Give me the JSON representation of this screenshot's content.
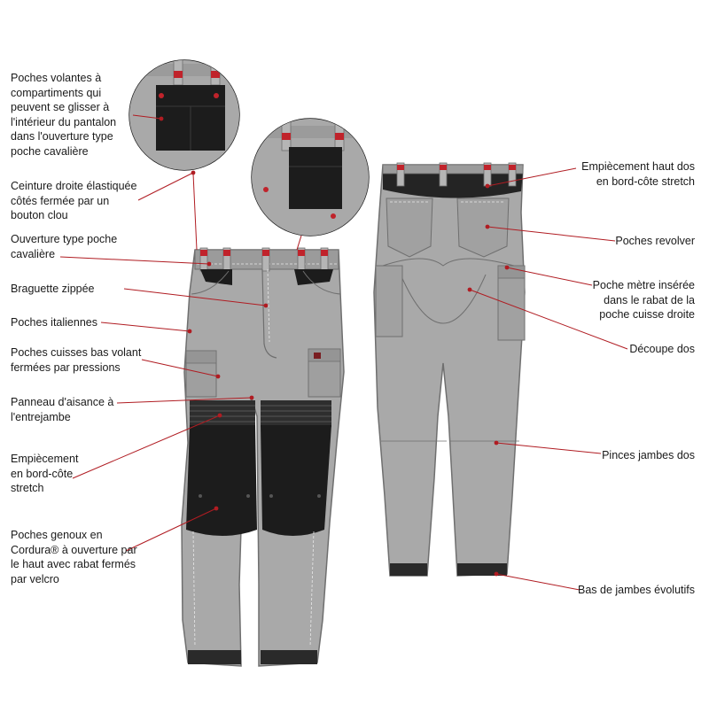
{
  "colors": {
    "fabric": "#a9a9a9",
    "fabric_dark": "#8f8f8f",
    "black_panel": "#1c1c1c",
    "stitch": "#e8e8e8",
    "accent_red": "#c0232b",
    "leader": "#b01c22"
  },
  "labels_front": [
    {
      "id": "poches-volantes",
      "lines": [
        "Poches volantes à",
        "compartiments qui",
        "peuvent se glisser à",
        "l'intérieur du pantalon",
        "dans l'ouverture type",
        "poche cavalière"
      ]
    },
    {
      "id": "ceinture",
      "lines": [
        "Ceinture droite élastiquée",
        "côtés fermée par un",
        "bouton clou"
      ]
    },
    {
      "id": "ouverture-cavaliere",
      "lines": [
        "Ouverture type poche",
        "cavalière"
      ]
    },
    {
      "id": "braguette",
      "lines": [
        "Braguette zippée"
      ]
    },
    {
      "id": "poches-italiennes",
      "lines": [
        "Poches italiennes"
      ]
    },
    {
      "id": "poches-cuisses",
      "lines": [
        "Poches cuisses bas volant",
        "fermées par pressions"
      ]
    },
    {
      "id": "panneau-aisance",
      "lines": [
        "Panneau d'aisance à",
        "l'entrejambe"
      ]
    },
    {
      "id": "empiecement-genou",
      "lines": [
        "Empiècement",
        "en bord-côte",
        "stretch"
      ]
    },
    {
      "id": "poches-genoux",
      "lines": [
        "Poches genoux en",
        "Cordura® à ouverture par",
        "le haut avec rabat fermés",
        "par velcro"
      ]
    }
  ],
  "labels_back": [
    {
      "id": "empiecement-dos",
      "lines": [
        "Empiècement haut dos",
        "en bord-côte stretch"
      ]
    },
    {
      "id": "poches-revolver",
      "lines": [
        "Poches revolver"
      ]
    },
    {
      "id": "poche-metre",
      "lines": [
        "Poche mètre insérée",
        "dans le rabat de la",
        "poche cuisse droite"
      ]
    },
    {
      "id": "decoupe-dos",
      "lines": [
        "Découpe dos"
      ]
    },
    {
      "id": "pinces-jambes",
      "lines": [
        "Pinces jambes dos"
      ]
    },
    {
      "id": "bas-jambes",
      "lines": [
        "Bas de jambes évolutifs"
      ]
    }
  ]
}
